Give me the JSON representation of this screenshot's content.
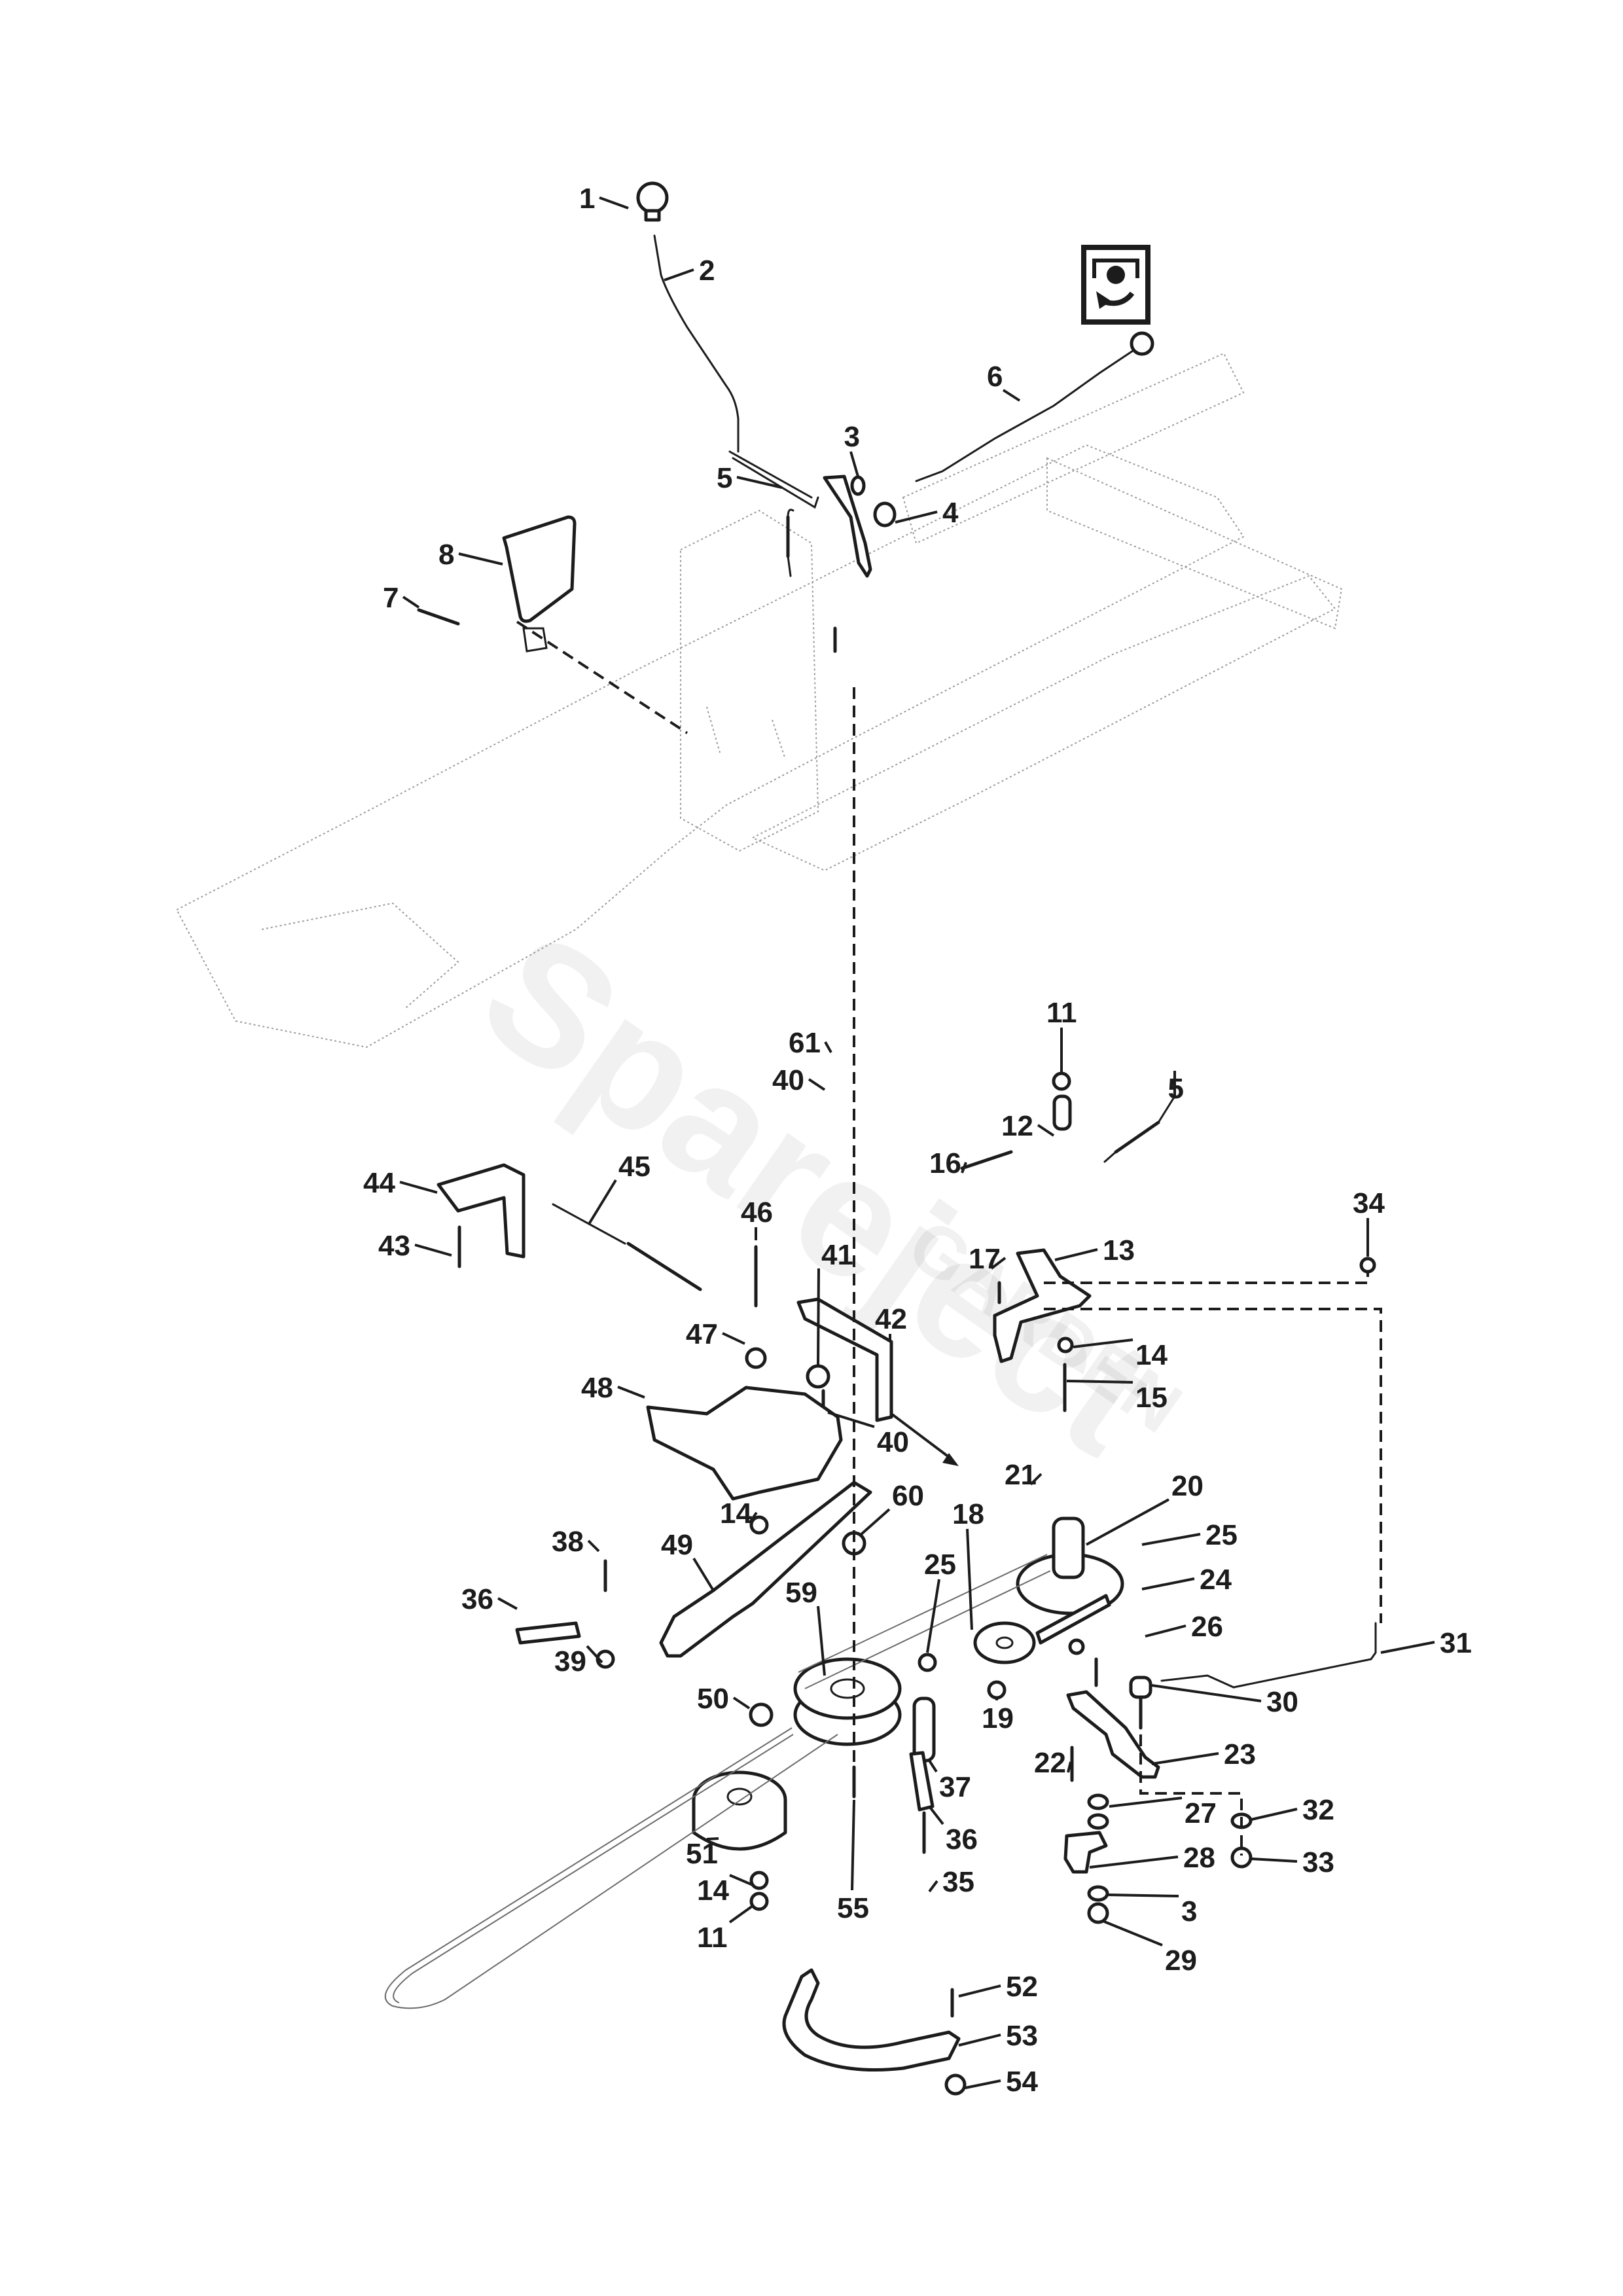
{
  "diagram": {
    "title": "Blade engagement assembly exploded parts diagram",
    "watermark_brand": "Spareject",
    "watermark_sub": "GARDEN",
    "pictogram": "blade-engagement-pictogram",
    "callouts": [
      {
        "id": "c1",
        "label": "1",
        "part": "lever-knob"
      },
      {
        "id": "c2",
        "label": "2",
        "part": "blade-engagement-lever"
      },
      {
        "id": "c3a",
        "label": "3",
        "part": "washer"
      },
      {
        "id": "c4",
        "label": "4",
        "part": "nut"
      },
      {
        "id": "c5a",
        "label": "5",
        "part": "spring"
      },
      {
        "id": "c6",
        "label": "6",
        "part": "control-cable"
      },
      {
        "id": "c7",
        "label": "7",
        "part": "screw"
      },
      {
        "id": "c8",
        "label": "8",
        "part": "switch-plate"
      },
      {
        "id": "c61",
        "label": "61",
        "part": "bracket"
      },
      {
        "id": "c40a",
        "label": "40",
        "part": "screw"
      },
      {
        "id": "c11a",
        "label": "11",
        "part": "nut"
      },
      {
        "id": "c5b",
        "label": "5",
        "part": "spring"
      },
      {
        "id": "c12",
        "label": "12",
        "part": "bushing"
      },
      {
        "id": "c44",
        "label": "44",
        "part": "angle-bracket"
      },
      {
        "id": "c45",
        "label": "45",
        "part": "tension-spring"
      },
      {
        "id": "c16",
        "label": "16",
        "part": "spring"
      },
      {
        "id": "c46",
        "label": "46",
        "part": "bolt"
      },
      {
        "id": "c34",
        "label": "34",
        "part": "nut"
      },
      {
        "id": "c43",
        "label": "43",
        "part": "screw"
      },
      {
        "id": "c41",
        "label": "41",
        "part": "spacer-nut"
      },
      {
        "id": "c17",
        "label": "17",
        "part": "bolt"
      },
      {
        "id": "c13",
        "label": "13",
        "part": "lever-plate"
      },
      {
        "id": "c47",
        "label": "47",
        "part": "nut"
      },
      {
        "id": "c42",
        "label": "42",
        "part": "belt-guide-bracket"
      },
      {
        "id": "c14a",
        "label": "14",
        "part": "washer"
      },
      {
        "id": "c48",
        "label": "48",
        "part": "belt-guard"
      },
      {
        "id": "c40b",
        "label": "40",
        "part": "screw"
      },
      {
        "id": "c15",
        "label": "15",
        "part": "bolt"
      },
      {
        "id": "c21",
        "label": "21",
        "part": "belt"
      },
      {
        "id": "c20",
        "label": "20",
        "part": "drive-pulley"
      },
      {
        "id": "c14b",
        "label": "14",
        "part": "washer"
      },
      {
        "id": "c60",
        "label": "60",
        "part": "nut"
      },
      {
        "id": "c18",
        "label": "18",
        "part": "idler-pulley"
      },
      {
        "id": "c25a",
        "label": "25",
        "part": "nut"
      },
      {
        "id": "c38",
        "label": "38",
        "part": "bolt"
      },
      {
        "id": "c49",
        "label": "49",
        "part": "idler-arm"
      },
      {
        "id": "c25b",
        "label": "25",
        "part": "belt-guide"
      },
      {
        "id": "c24",
        "label": "24",
        "part": "washer"
      },
      {
        "id": "c36a",
        "label": "36",
        "part": "belt-guide-plate"
      },
      {
        "id": "c59",
        "label": "59",
        "part": "double-pulley"
      },
      {
        "id": "c26",
        "label": "26",
        "part": "bolt"
      },
      {
        "id": "c31",
        "label": "31",
        "part": "link-rod"
      },
      {
        "id": "c39",
        "label": "39",
        "part": "nut"
      },
      {
        "id": "c19",
        "label": "19",
        "part": "nut"
      },
      {
        "id": "c30",
        "label": "30",
        "part": "pivot-pin"
      },
      {
        "id": "c50",
        "label": "50",
        "part": "spacer"
      },
      {
        "id": "c22",
        "label": "22",
        "part": "shoulder-bolt"
      },
      {
        "id": "c23",
        "label": "23",
        "part": "brake-lever"
      },
      {
        "id": "c37",
        "label": "37",
        "part": "bushing"
      },
      {
        "id": "c27",
        "label": "27",
        "part": "washers"
      },
      {
        "id": "c32",
        "label": "32",
        "part": "washer"
      },
      {
        "id": "c51",
        "label": "51",
        "part": "flat-idler-pulley"
      },
      {
        "id": "c36b",
        "label": "36",
        "part": "belt-guide-plate"
      },
      {
        "id": "c28",
        "label": "28",
        "part": "brake-pad"
      },
      {
        "id": "c33",
        "label": "33",
        "part": "nut"
      },
      {
        "id": "c14c",
        "label": "14",
        "part": "washer"
      },
      {
        "id": "c35",
        "label": "35",
        "part": "bolt"
      },
      {
        "id": "c55",
        "label": "55",
        "part": "bolt"
      },
      {
        "id": "c3b",
        "label": "3",
        "part": "washer"
      },
      {
        "id": "c11b",
        "label": "11",
        "part": "nut"
      },
      {
        "id": "c29",
        "label": "29",
        "part": "nut"
      },
      {
        "id": "c52",
        "label": "52",
        "part": "bolt"
      },
      {
        "id": "c53",
        "label": "53",
        "part": "belt-guard-arc"
      },
      {
        "id": "c54",
        "label": "54",
        "part": "nut"
      }
    ]
  }
}
